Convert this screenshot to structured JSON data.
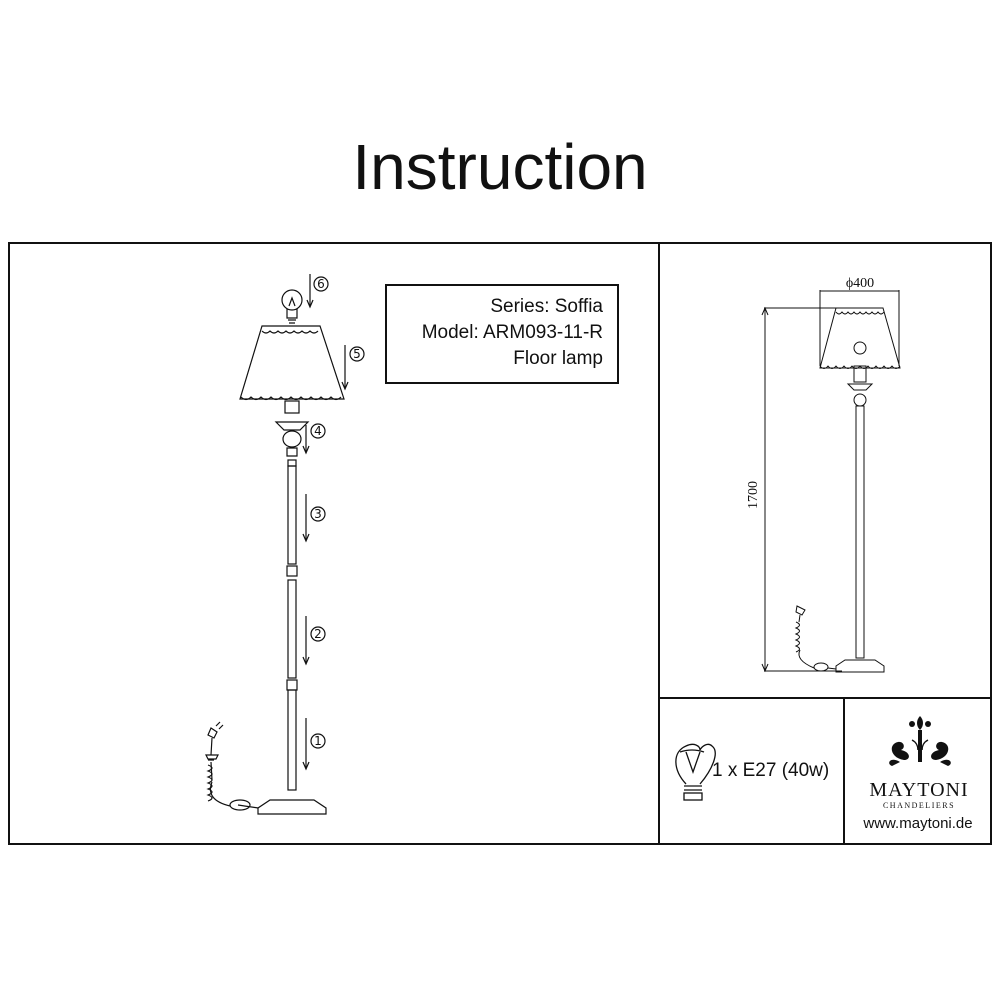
{
  "title": "Instruction",
  "info": {
    "series": "Series: Soffia",
    "model": "Model: ARM093-11-R",
    "type": "Floor lamp"
  },
  "steps": [
    "6",
    "5",
    "4",
    "3",
    "2",
    "1"
  ],
  "dimensions": {
    "diameter": "ϕ400",
    "height": "1700"
  },
  "bulb": {
    "spec": "1 x E27 (40w)",
    "icon": "bulb-icon"
  },
  "brand": {
    "name": "MAYTONI",
    "tagline": "CHANDELIERS",
    "url": "www.maytoni.de",
    "logo_icon": "fleur-ornament-icon"
  }
}
